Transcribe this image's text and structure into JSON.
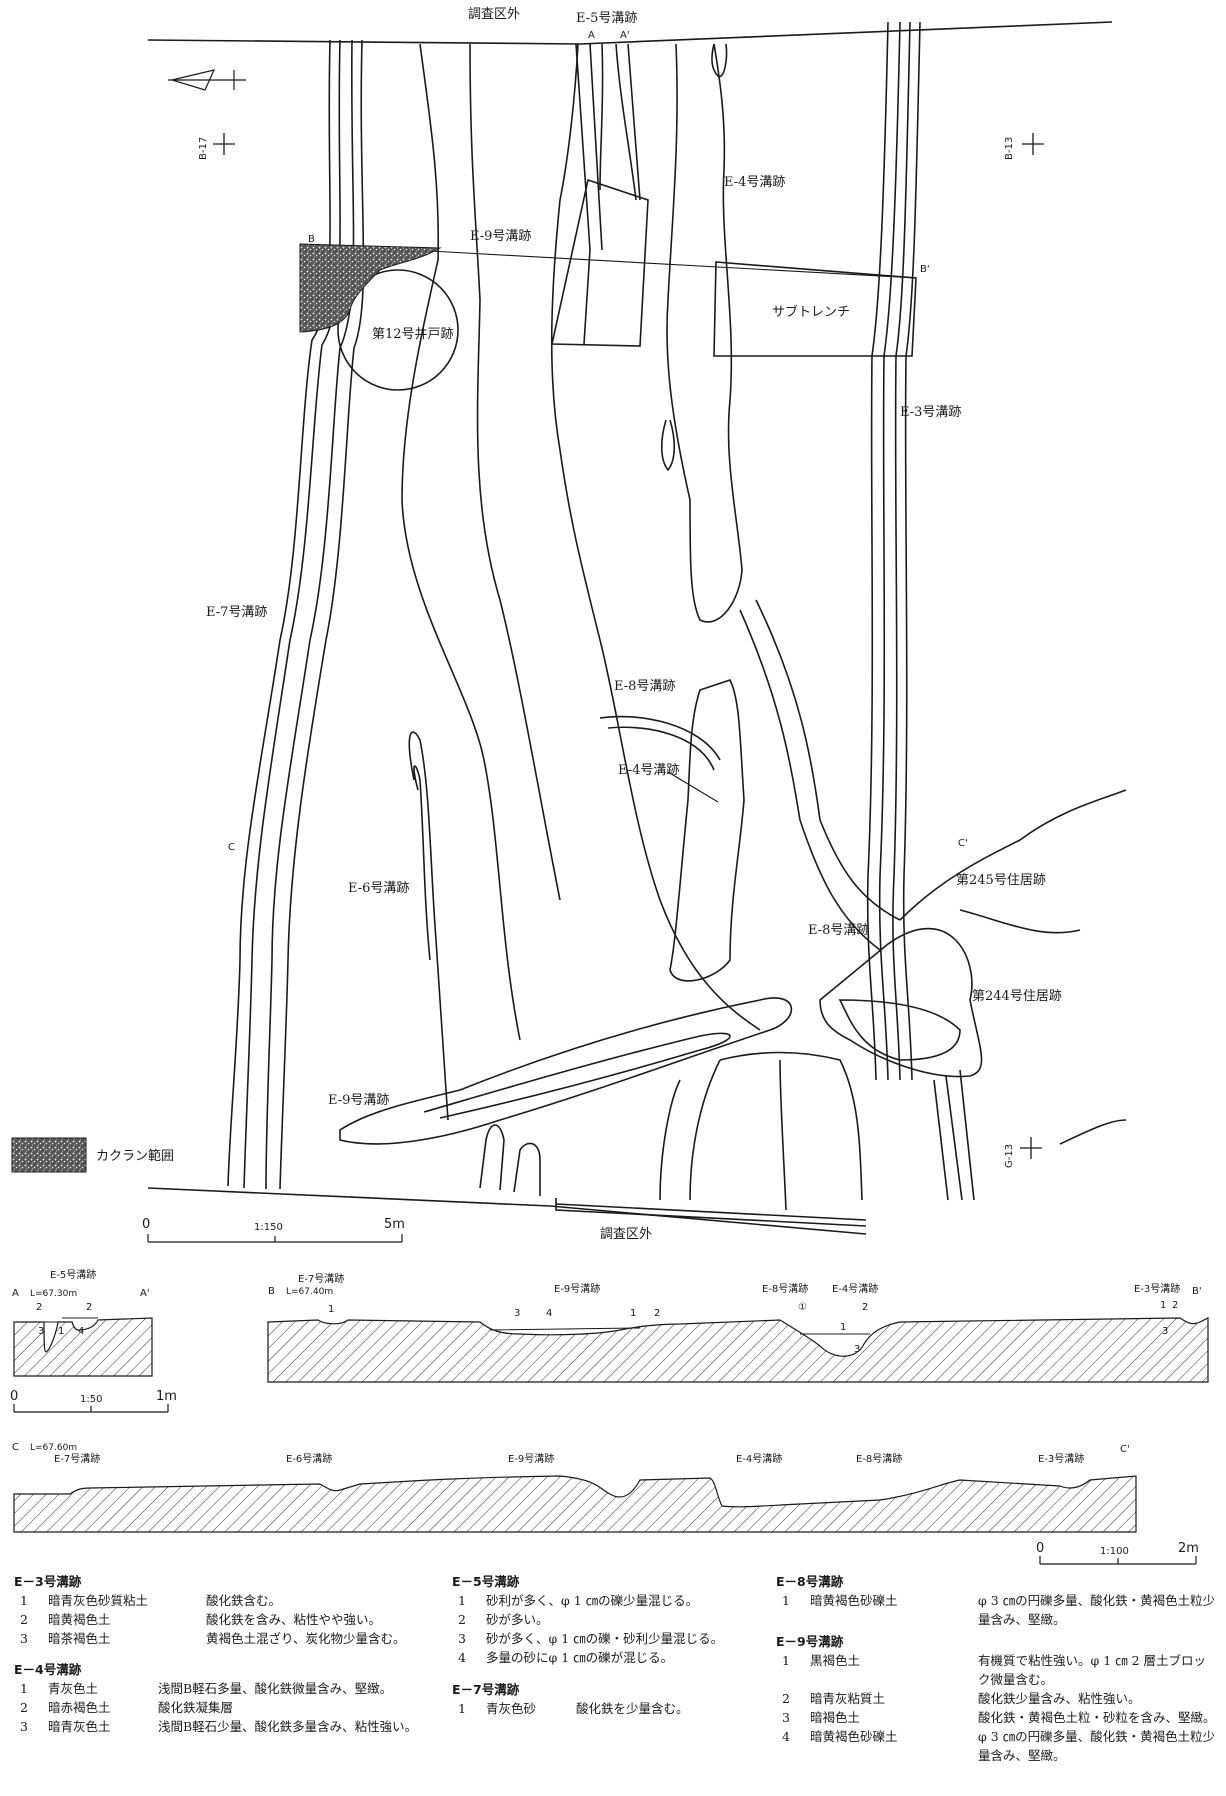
{
  "plan": {
    "outside_top": "調査区外",
    "outside_bottom": "調査区外",
    "kakuran_legend": "カクラン範囲",
    "scale_150": {
      "zero": "0",
      "ratio": "1:150",
      "max": "5m"
    },
    "grid_marks": [
      "B-17",
      "B-13",
      "G-13"
    ],
    "section_marks": {
      "a": "A",
      "a2": "A'",
      "b": "B",
      "b2": "B'",
      "c": "C",
      "c2": "C'"
    },
    "features": {
      "e5": "E-5号溝跡",
      "e9_top": "E-9号溝跡",
      "e4_top": "E-4号溝跡",
      "well12": "第12号井戸跡",
      "sub_trench": "サブトレンチ",
      "e3": "E-3号溝跡",
      "e7": "E-7号溝跡",
      "e8_mid": "E-8号溝跡",
      "e4_mid": "E-4号溝跡",
      "e6": "E-6号溝跡",
      "house245": "第245号住居跡",
      "e8_low": "E-8号溝跡",
      "house244": "第244号住居跡",
      "e9_low": "E-9号溝跡"
    }
  },
  "sections": {
    "a": {
      "title": "E-5号溝跡",
      "label": "A",
      "label2": "A'",
      "level": "L=67.30m",
      "layer_nums": [
        "2",
        "2",
        "3",
        "1",
        "4"
      ]
    },
    "scale_50": {
      "zero": "0",
      "ratio": "1:50",
      "max": "1m"
    },
    "b": {
      "label": "B",
      "label2": "B'",
      "level": "L=67.40m",
      "ditches": [
        "E-7号溝跡",
        "E-9号溝跡",
        "E-8号溝跡",
        "E-4号溝跡",
        "E-3号溝跡"
      ],
      "layer_nums": [
        "1",
        "3",
        "4",
        "1",
        "2",
        "①",
        "2",
        "1",
        "3",
        "1",
        "2",
        "3"
      ]
    },
    "c": {
      "label": "C",
      "label2": "C'",
      "level": "L=67.60m",
      "ditches": [
        "E-7号溝跡",
        "E-6号溝跡",
        "E-9号溝跡",
        "E-4号溝跡",
        "E-8号溝跡",
        "E-3号溝跡"
      ]
    },
    "scale_100": {
      "zero": "0",
      "ratio": "1:100",
      "max": "2m"
    }
  },
  "layer_descriptions": {
    "e3": {
      "title": "E－3号溝跡",
      "rows": [
        {
          "n": "1",
          "name": "暗青灰色砂質粘土",
          "desc": "酸化鉄含む。"
        },
        {
          "n": "2",
          "name": "暗黄褐色土",
          "desc": "酸化鉄を含み、粘性やや強い。"
        },
        {
          "n": "3",
          "name": "暗茶褐色土",
          "desc": "黄褐色土混ざり、炭化物少量含む。"
        }
      ]
    },
    "e4": {
      "title": "E－4号溝跡",
      "rows": [
        {
          "n": "1",
          "name": "青灰色土",
          "desc": "浅間B軽石多量、酸化鉄微量含み、堅緻。"
        },
        {
          "n": "2",
          "name": "暗赤褐色土",
          "desc": "酸化鉄凝集層"
        },
        {
          "n": "3",
          "name": "暗青灰色土",
          "desc": "浅間B軽石少量、酸化鉄多量含み、粘性強い。"
        }
      ]
    },
    "e5": {
      "title": "E－5号溝跡",
      "rows": [
        {
          "n": "1",
          "desc": "砂利が多く、φ 1 ㎝の礫少量混じる。"
        },
        {
          "n": "2",
          "desc": "砂が多い。"
        },
        {
          "n": "3",
          "desc": "砂が多く、φ 1 ㎝の礫・砂利少量混じる。"
        },
        {
          "n": "4",
          "desc": "多量の砂にφ 1 ㎝の礫が混じる。"
        }
      ]
    },
    "e7": {
      "title": "E－7号溝跡",
      "rows": [
        {
          "n": "1",
          "name": "青灰色砂",
          "desc": "酸化鉄を少量含む。"
        }
      ]
    },
    "e8": {
      "title": "E－8号溝跡",
      "rows": [
        {
          "n": "1",
          "name": "暗黄褐色砂礫土",
          "desc": "φ 3 ㎝の円礫多量、酸化鉄・黄褐色土粒少量含み、堅緻。"
        }
      ]
    },
    "e9": {
      "title": "E－9号溝跡",
      "rows": [
        {
          "n": "1",
          "name": "黒褐色土",
          "desc": "有機質で粘性強い。φ 1 ㎝ 2 層土ブロック微量含む。"
        },
        {
          "n": "2",
          "name": "暗青灰粘質土",
          "desc": "酸化鉄少量含み、粘性強い。"
        },
        {
          "n": "3",
          "name": "暗褐色土",
          "desc": "酸化鉄・黄褐色土粒・砂粒を含み、堅緻。"
        },
        {
          "n": "4",
          "name": "暗黄褐色砂礫土",
          "desc": "φ 3 ㎝の円礫多量、酸化鉄・黄褐色土粒少量含み、堅緻。"
        }
      ]
    }
  }
}
